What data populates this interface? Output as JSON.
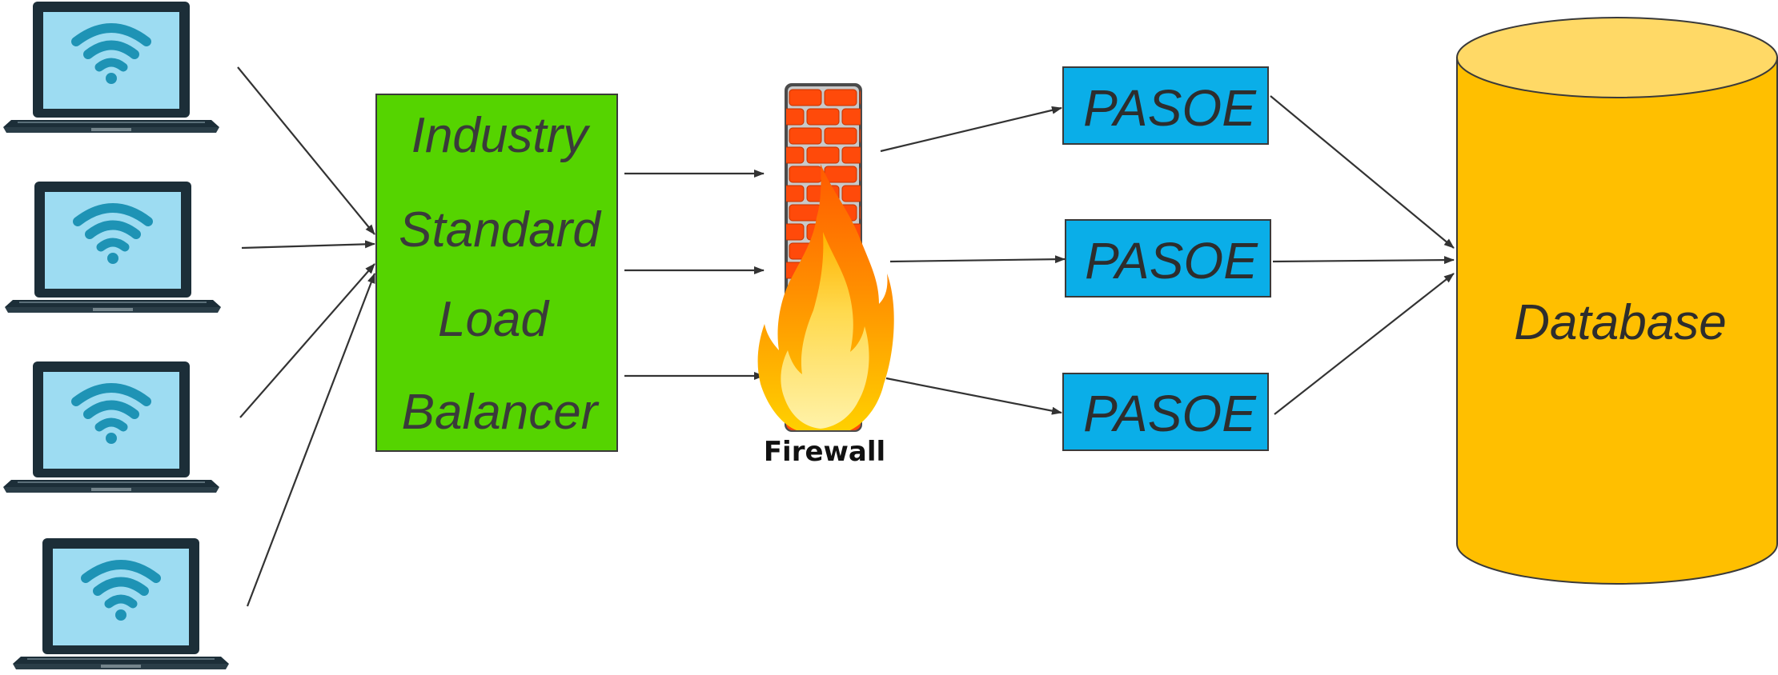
{
  "clients": [
    {
      "icon": "laptop-wifi-icon"
    },
    {
      "icon": "laptop-wifi-icon"
    },
    {
      "icon": "laptop-wifi-icon"
    },
    {
      "icon": "laptop-wifi-icon"
    }
  ],
  "load_balancer": {
    "lines": [
      "Industry",
      "Standard",
      "Load",
      "Balancer"
    ],
    "color": "#55d400"
  },
  "firewall": {
    "label": "Firewall",
    "icon": "firewall-icon"
  },
  "pasoe": {
    "nodes": [
      "PASOE",
      "PASOE",
      "PASOE"
    ],
    "color": "#0aaee8"
  },
  "database": {
    "label": "Database",
    "color": "#ffbf00",
    "top_color": "#ffd966"
  }
}
